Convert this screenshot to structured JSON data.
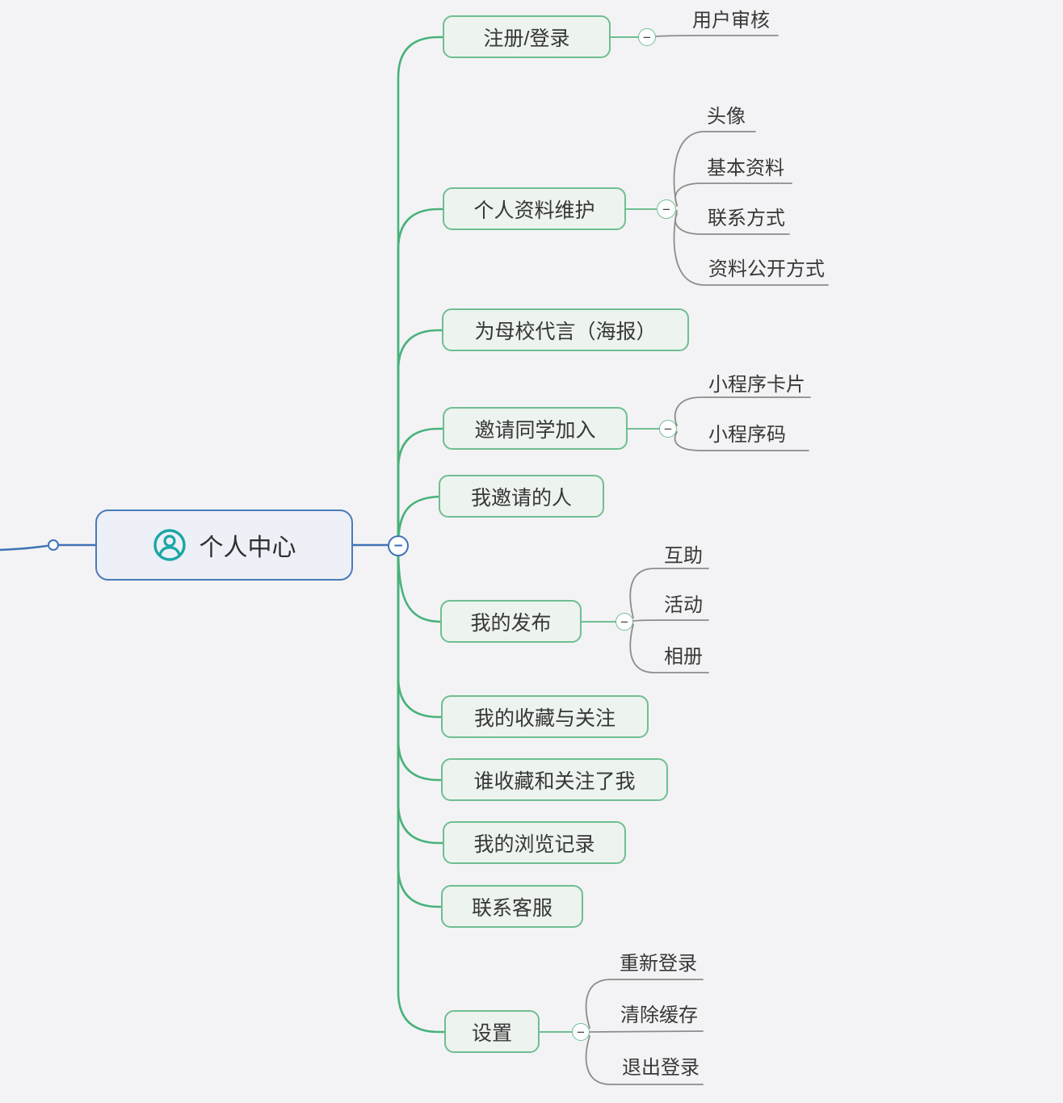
{
  "colors": {
    "background": "#f3f3f5",
    "branch_green": "#49b27c",
    "node_green_border": "#6fbe92",
    "node_green_fill": "#edf3ee",
    "root_border_blue": "#4a7abc",
    "root_fill": "#eef0f7",
    "leaf_line_gray": "#8c8c8c",
    "icon_teal": "#1ba6a6",
    "text": "#383838"
  },
  "mindmap": {
    "root": {
      "label": "个人中心",
      "icon": "person-icon"
    },
    "collapse_glyph": "−",
    "branches": [
      {
        "label": "注册/登录",
        "children": [
          "用户审核"
        ]
      },
      {
        "label": "个人资料维护",
        "children": [
          "头像",
          "基本资料",
          "联系方式",
          "资料公开方式"
        ]
      },
      {
        "label": "为母校代言（海报）",
        "children": []
      },
      {
        "label": "邀请同学加入",
        "children": [
          "小程序卡片",
          "小程序码"
        ]
      },
      {
        "label": "我邀请的人",
        "children": []
      },
      {
        "label": "我的发布",
        "children": [
          "互助",
          "活动",
          "相册"
        ]
      },
      {
        "label": "我的收藏与关注",
        "children": []
      },
      {
        "label": "谁收藏和关注了我",
        "children": []
      },
      {
        "label": "我的浏览记录",
        "children": []
      },
      {
        "label": "联系客服",
        "children": []
      },
      {
        "label": "设置",
        "children": [
          "重新登录",
          "清除缓存",
          "退出登录"
        ]
      }
    ]
  }
}
